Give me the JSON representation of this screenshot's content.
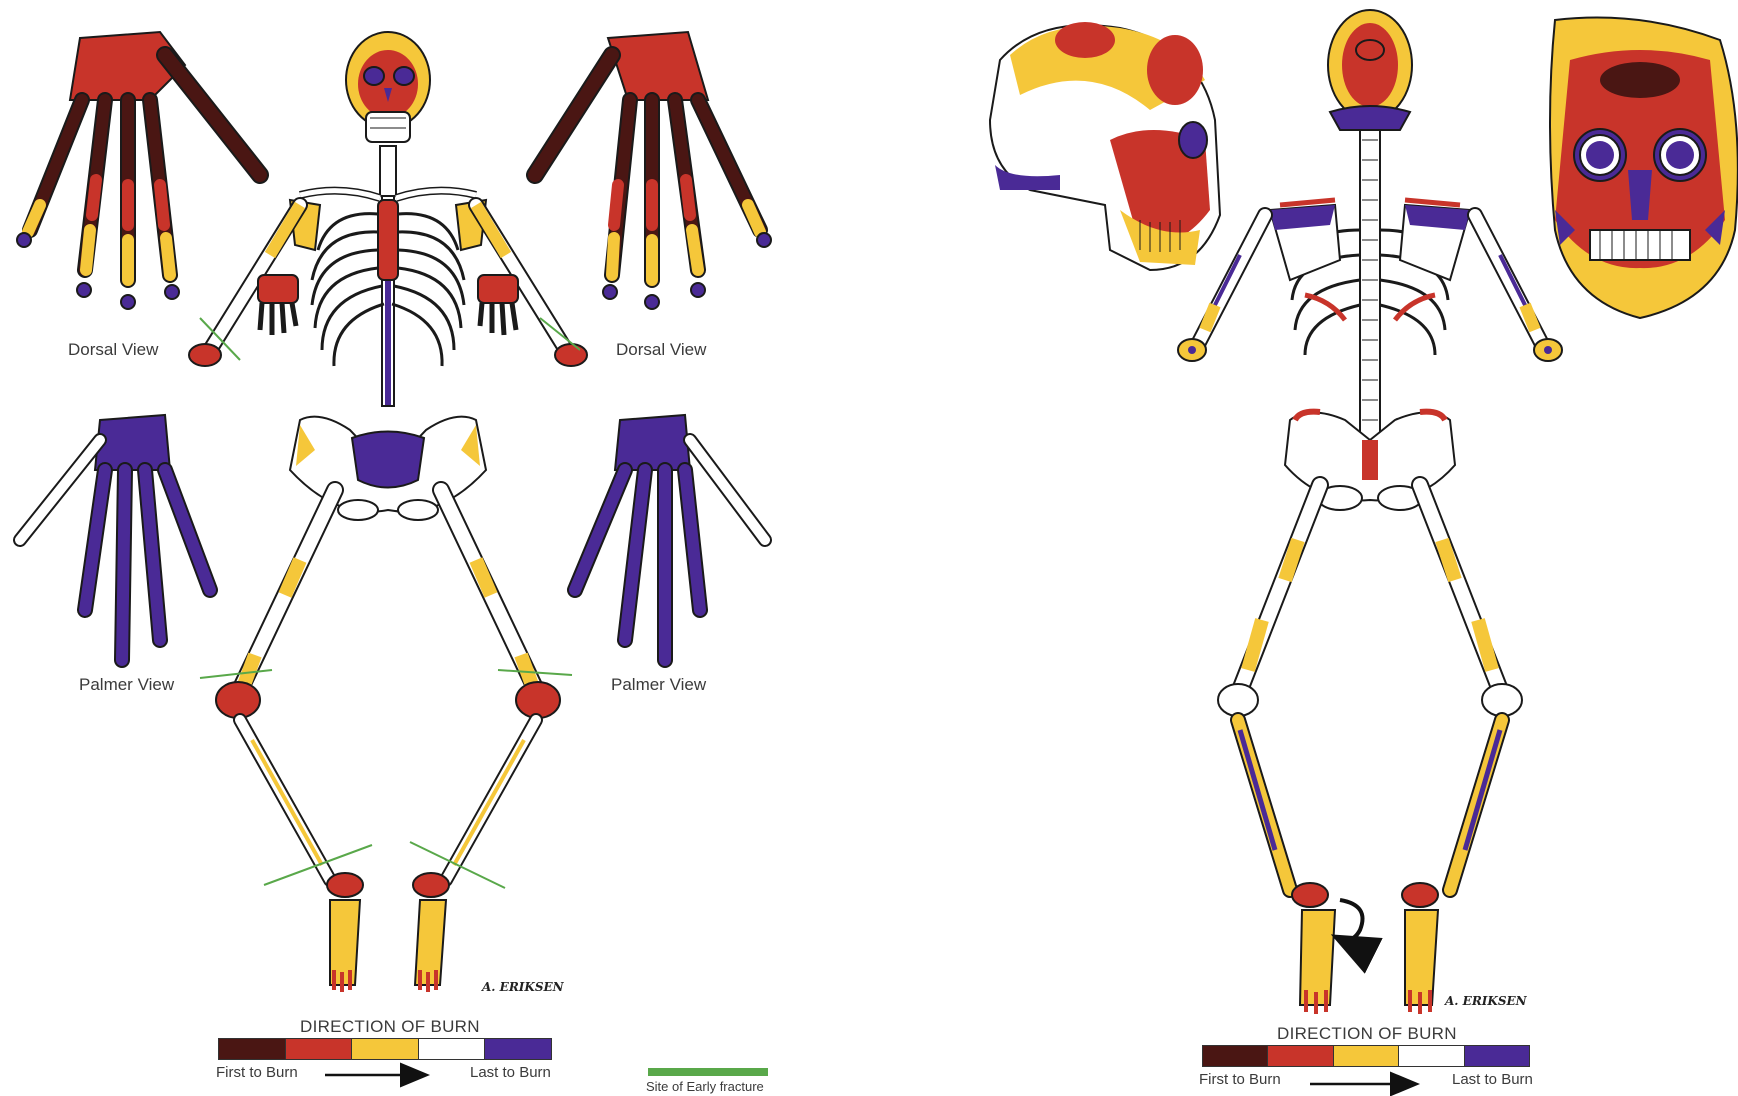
{
  "colors": {
    "c1": "#4a1613",
    "c2": "#c8342a",
    "c3": "#f5c73a",
    "c4": "#ffffff",
    "c5": "#4a2a96",
    "fracture": "#59a84a",
    "bone_outline": "#1a1a1a"
  },
  "left_panel": {
    "labels": {
      "dorsal_left": "Dorsal View",
      "dorsal_right": "Dorsal View",
      "palmer_left": "Palmer View",
      "palmer_right": "Palmer View"
    },
    "signature": "A. ERIKSEN",
    "legend": {
      "title": "DIRECTION OF BURN",
      "first": "First to Burn",
      "last": "Last to Burn"
    },
    "fracture_key": "Site of Early fracture"
  },
  "right_panel": {
    "signature": "A. ERIKSEN",
    "legend": {
      "title": "DIRECTION OF BURN",
      "first": "First to Burn",
      "last": "Last to Burn"
    }
  }
}
